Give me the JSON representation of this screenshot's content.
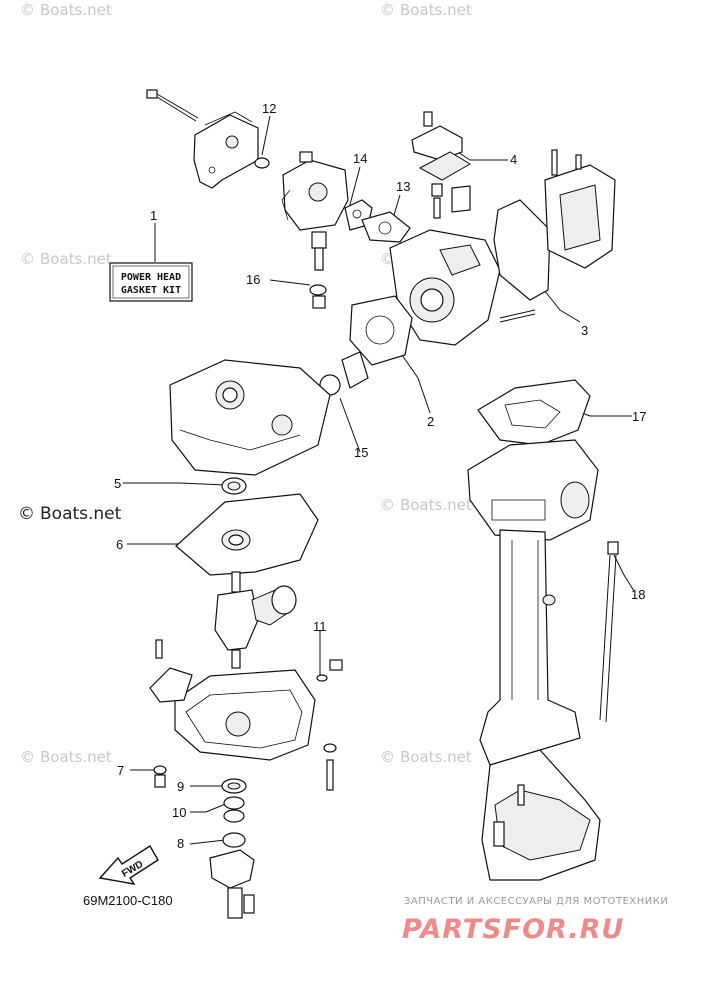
{
  "watermarks": {
    "boats": "Boats.net",
    "copyright_symbol": "©"
  },
  "kit_label": {
    "line1": "POWER HEAD",
    "line2": "GASKET KIT"
  },
  "callouts": [
    "1",
    "2",
    "3",
    "4",
    "5",
    "6",
    "7",
    "8",
    "9",
    "10",
    "11",
    "12",
    "13",
    "14",
    "15",
    "16",
    "17",
    "18"
  ],
  "diagram_code": "69M2100-C180",
  "fwd_label": "FWD",
  "promo": {
    "tagline": "ЗАПЧАСТИ И АКСЕССУАРЫ ДЛЯ МОТОТЕХНИКИ",
    "logo": "PARTSFOR.RU"
  },
  "colors": {
    "ink": "#111111",
    "watermark": "#c8c8c8",
    "logo": "#f08a8a"
  }
}
